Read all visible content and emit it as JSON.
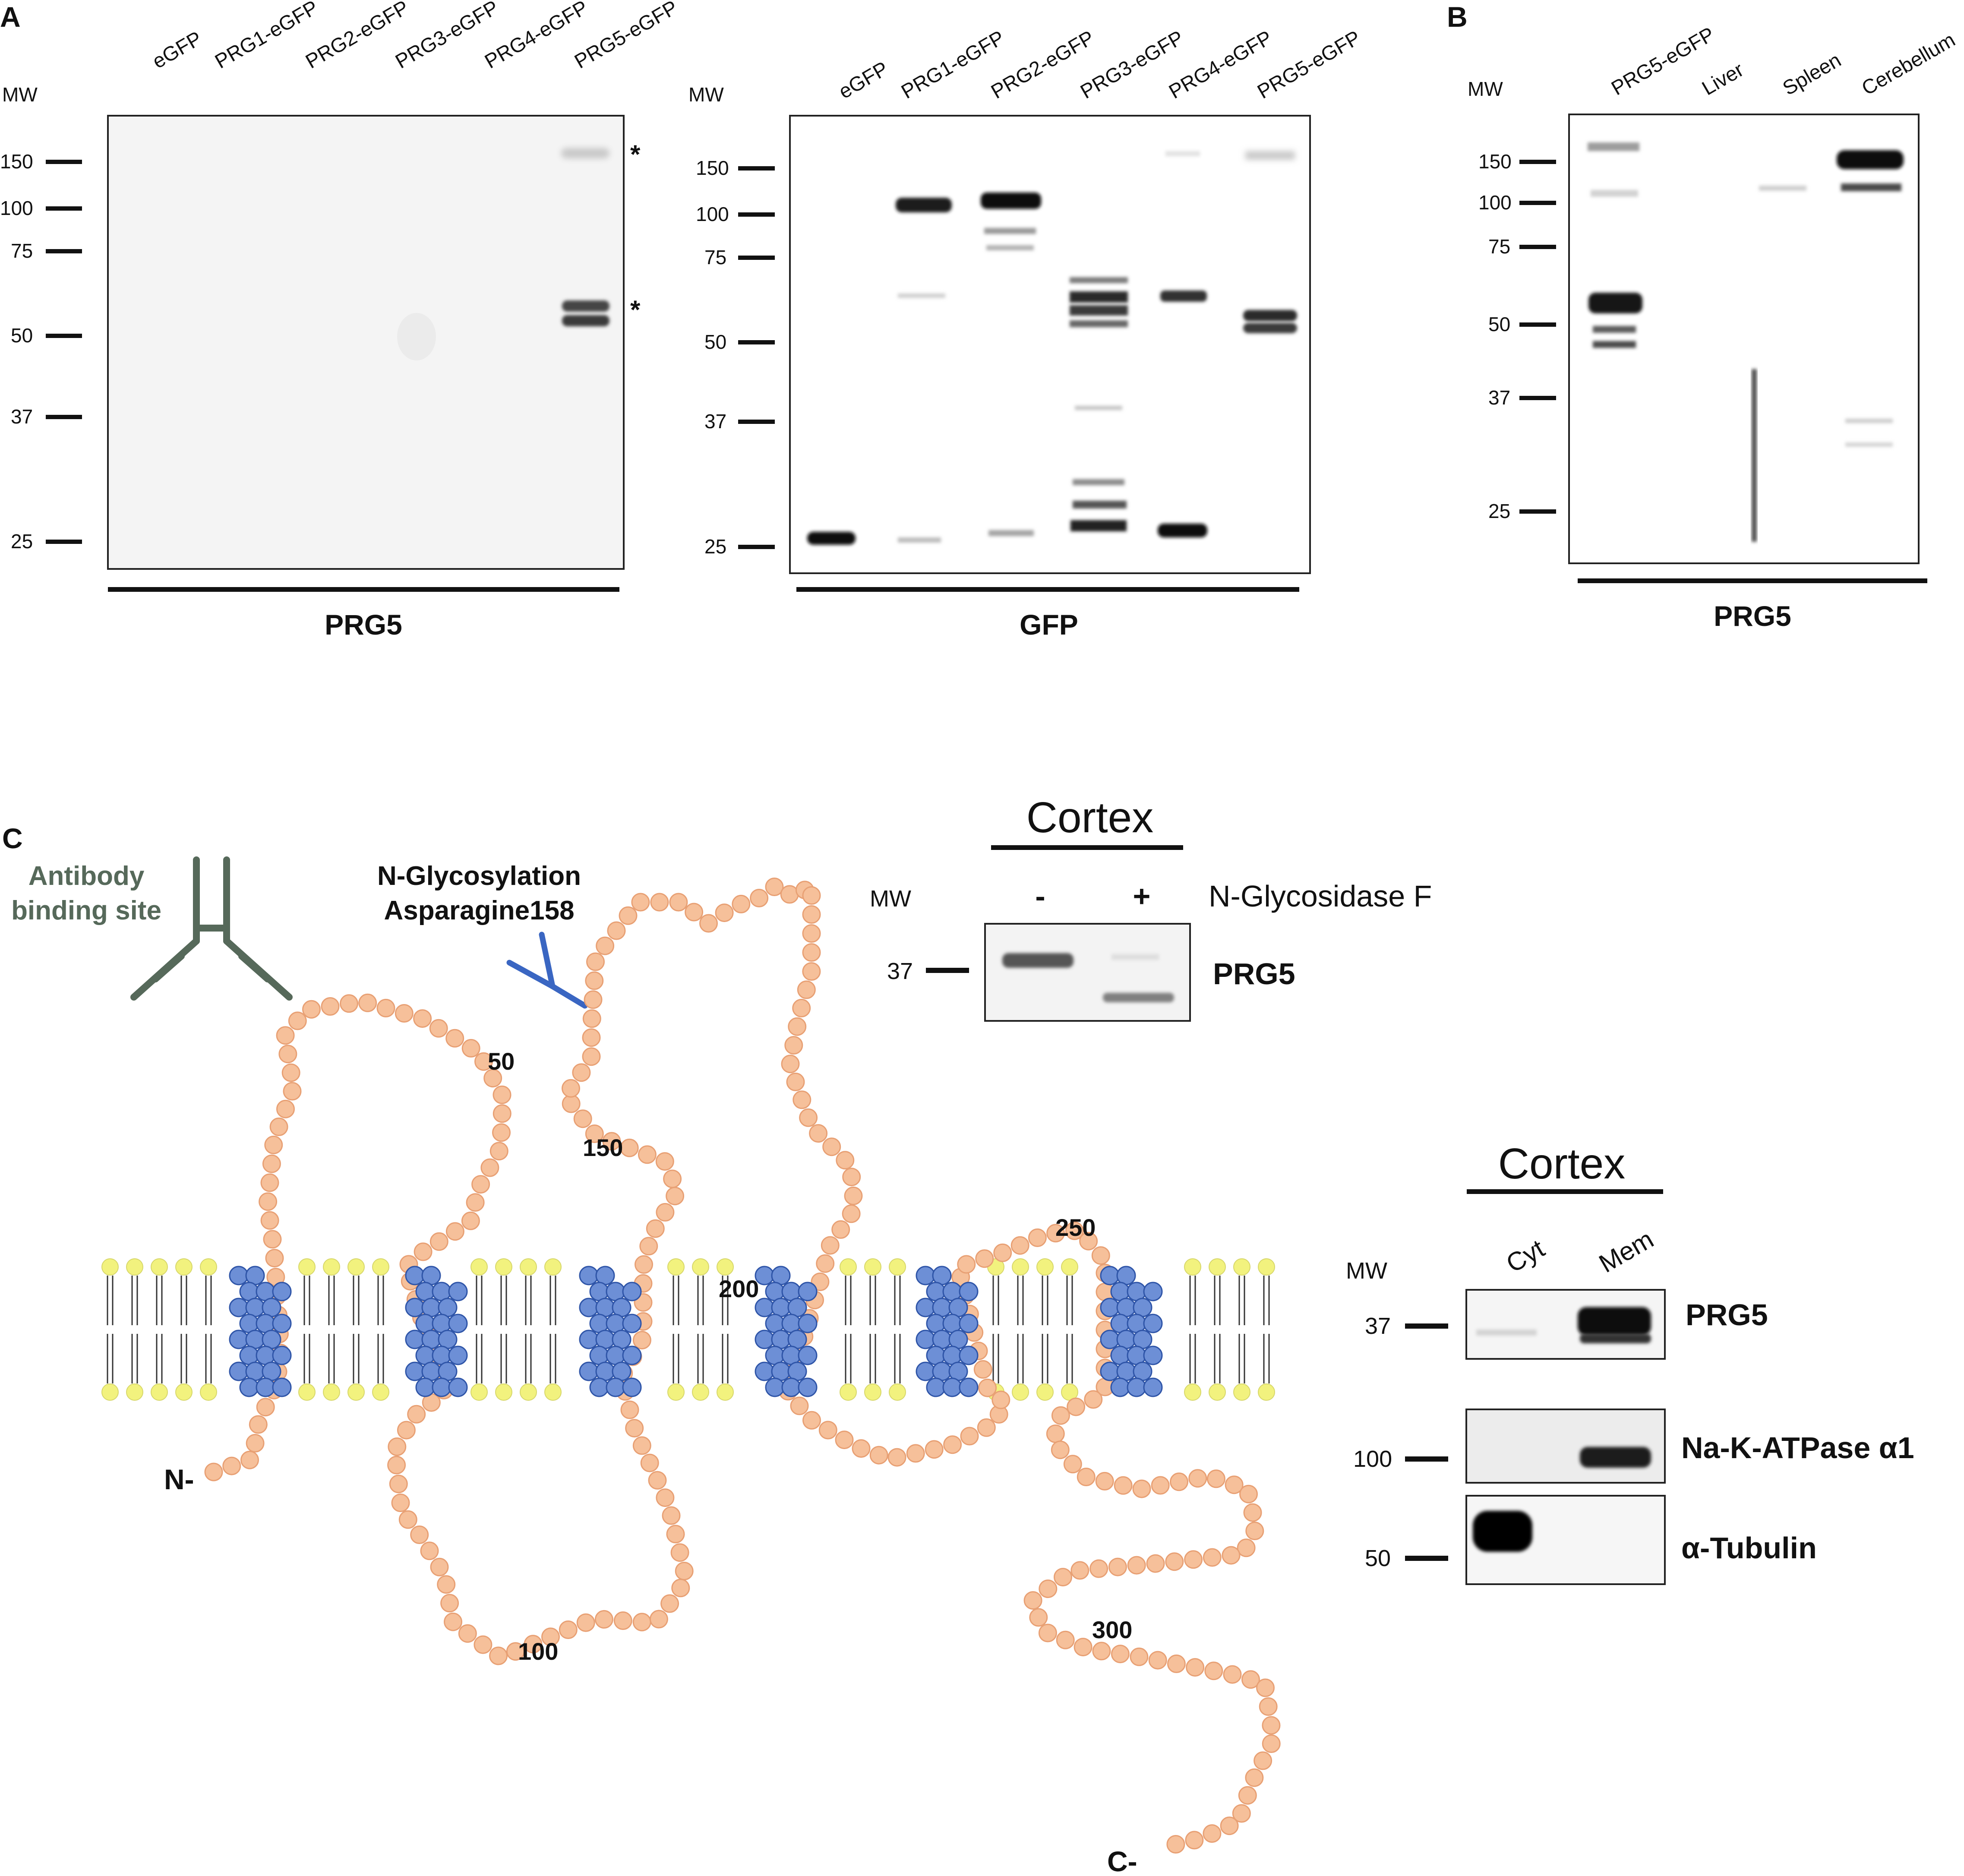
{
  "panelA": {
    "letter": "A",
    "blot1": {
      "mw_label": "MW",
      "lanes": [
        "eGFP",
        "PRG1-eGFP",
        "PRG2-eGFP",
        "PRG3-eGFP",
        "PRG4-eGFP",
        "PRG5-eGFP"
      ],
      "markers": [
        "150",
        "100",
        "75",
        "50",
        "37",
        "25"
      ],
      "asterisks": [
        "*",
        "*"
      ],
      "antibody": "PRG5"
    },
    "blot2": {
      "mw_label": "MW",
      "lanes": [
        "eGFP",
        "PRG1-eGFP",
        "PRG2-eGFP",
        "PRG3-eGFP",
        "PRG4-eGFP",
        "PRG5-eGFP"
      ],
      "markers": [
        "150",
        "100",
        "75",
        "50",
        "37",
        "25"
      ],
      "antibody": "GFP"
    }
  },
  "panelB": {
    "letter": "B",
    "mw_label": "MW",
    "lanes": [
      "PRG5-eGFP",
      "Liver",
      "Spleen",
      "Cerebellum"
    ],
    "markers": [
      "150",
      "100",
      "75",
      "50",
      "37",
      "25"
    ],
    "antibody": "PRG5"
  },
  "panelC": {
    "letter": "C",
    "antibody_site": [
      "Antibody",
      "binding site"
    ],
    "glyco_site": [
      "N-Glycosylation",
      "Asparagine158"
    ],
    "residue_labels": [
      "50",
      "100",
      "150",
      "200",
      "250",
      "300"
    ],
    "n_term": "N-",
    "c_term": "C-",
    "colors": {
      "residue": "#f6c09a",
      "helix": "#6d8fd6",
      "lipid_head": "#f2f27e",
      "antibody": "#56695a",
      "glycan": "#3a66c2"
    },
    "glyco_blot": {
      "title": "Cortex",
      "mw_label": "MW",
      "minus": "-",
      "plus": "+",
      "treatment": "N-Glycosidase F",
      "marker": "37",
      "antibody": "PRG5"
    },
    "fraction_blot": {
      "title": "Cortex",
      "mw_label": "MW",
      "lanes": [
        "Cyt",
        "Mem"
      ],
      "rows": [
        {
          "marker": "37",
          "antibody": "PRG5"
        },
        {
          "marker": "100",
          "antibody": "Na-K-ATPase α1"
        },
        {
          "marker": "50",
          "antibody": "α-Tubulin"
        }
      ]
    }
  }
}
